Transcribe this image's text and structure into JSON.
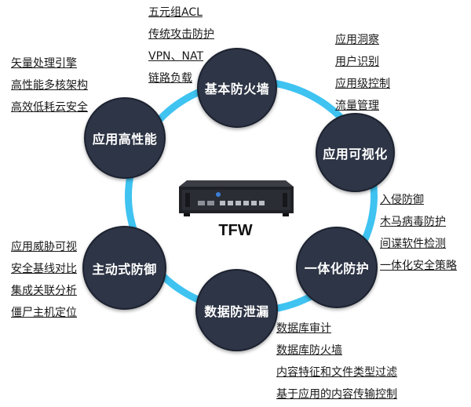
{
  "center": {
    "label": "TFW"
  },
  "colors": {
    "ring": "#3fc3f1",
    "node_fill": "#2e3546",
    "node_text": "#ffffff"
  },
  "nodes": {
    "top": {
      "label": "基本防火墙",
      "items": [
        "五元组ACL",
        "传统攻击防护",
        "VPN、NAT",
        "链路负载"
      ]
    },
    "top_right": {
      "label": "应用可视化",
      "items": [
        "应用洞察",
        "用户识别",
        "应用级控制",
        "流量管理"
      ]
    },
    "bottom_right": {
      "label": "一体化防护",
      "items": [
        "入侵防御",
        "木马病毒防护",
        "间谍软件检测",
        "一体化安全策略"
      ]
    },
    "bottom": {
      "label": "数据防泄漏",
      "items": [
        "数据库审计",
        "数据库防火墙",
        "内容特征和文件类型过滤",
        "基于应用的内容传输控制"
      ]
    },
    "bottom_left": {
      "label": "主动式防御",
      "items": [
        "应用威胁可视",
        "安全基线对比",
        "集成关联分析",
        "僵尸主机定位"
      ]
    },
    "top_left": {
      "label": "应用高性能",
      "items": [
        "矢量处理引擎",
        "高性能多核架构",
        "高效低耗云安全"
      ]
    }
  }
}
